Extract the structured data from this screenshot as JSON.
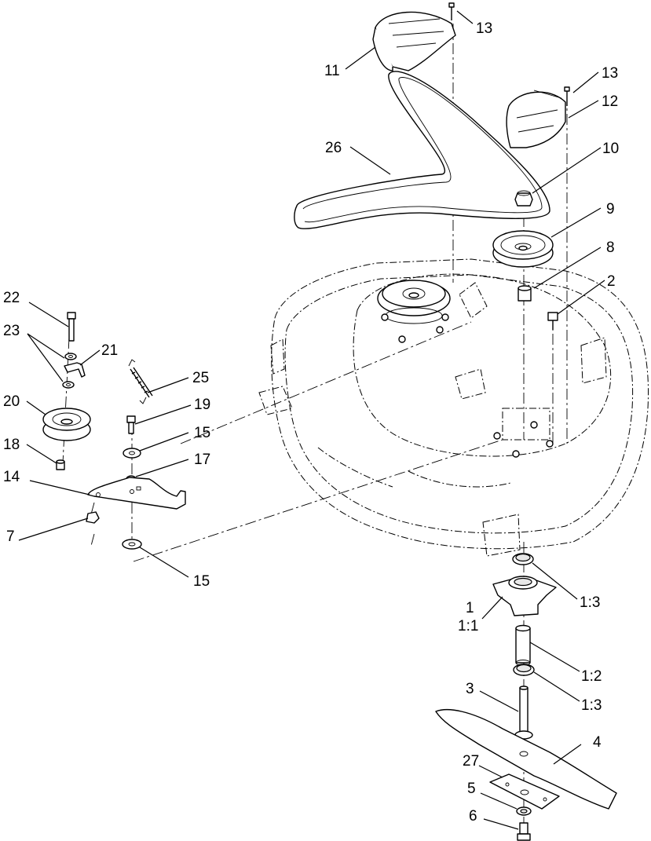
{
  "callouts": {
    "c1": "1",
    "c1_1": "1:1",
    "c1_2": "1:2",
    "c1_3a": "1:3",
    "c1_3b": "1:3",
    "c2": "2",
    "c3": "3",
    "c4": "4",
    "c5": "5",
    "c6": "6",
    "c7": "7",
    "c8": "8",
    "c9": "9",
    "c10": "10",
    "c11": "11",
    "c12": "12",
    "c13a": "13",
    "c13b": "13",
    "c14": "14",
    "c15a": "15",
    "c15b": "15",
    "c17": "17",
    "c18": "18",
    "c19": "19",
    "c20": "20",
    "c21": "21",
    "c22": "22",
    "c23": "23",
    "c25": "25",
    "c26": "26",
    "c27": "27"
  }
}
